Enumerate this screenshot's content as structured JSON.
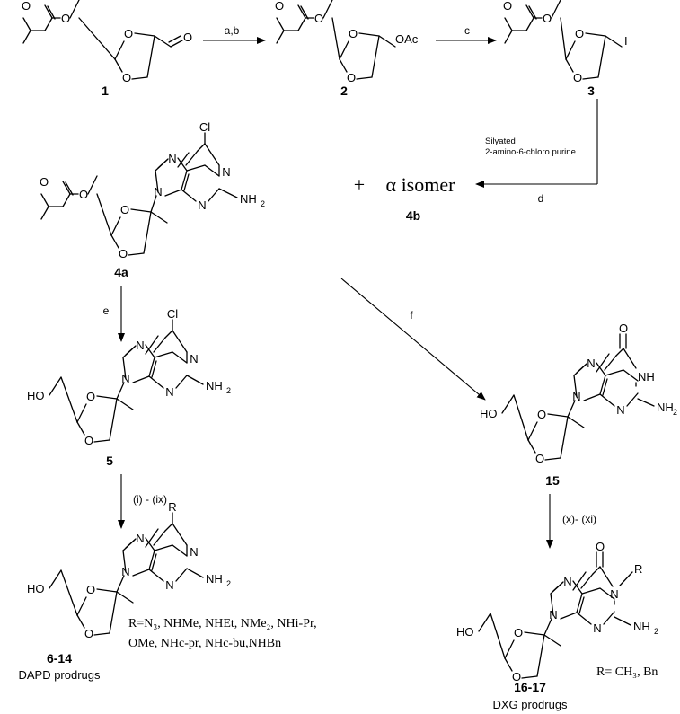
{
  "compounds": {
    "c1": {
      "label": "1"
    },
    "c2": {
      "label": "2",
      "sub": "OAc"
    },
    "c3": {
      "label": "3",
      "sub": "I"
    },
    "c4a": {
      "label": "4a",
      "sub": "Cl"
    },
    "c4b": {
      "label": "4b",
      "text": "α isomer",
      "plus": "+"
    },
    "c5": {
      "label": "5",
      "sub": "Cl"
    },
    "c15": {
      "label": "15"
    },
    "c614": {
      "label": "6-14",
      "sub": "R",
      "caption": "DAPD prodrugs",
      "r_line1": "R=N₃, NHMe, NHEt, NMe₂, NHi-Pr,",
      "r_line2": "OMe, NHc-pr, NHc-bu,NHBn"
    },
    "c1617": {
      "label": "16-17",
      "sub": "R",
      "caption": "DXG prodrugs",
      "r_def": "R= CH₃, Bn"
    }
  },
  "arrows": {
    "ab": {
      "label": "a,b"
    },
    "c": {
      "label": "c"
    },
    "d": {
      "label": "d",
      "reagent1": "Silyated",
      "reagent2": "2-amino-6-chloro purine"
    },
    "e": {
      "label": "e"
    },
    "f": {
      "label": "f"
    },
    "i_ix": {
      "label": "(i) - (ix)"
    },
    "x_xi": {
      "label": "(x)- (xi)"
    }
  },
  "atoms": {
    "O": "O",
    "N": "N",
    "H": "H",
    "HO": "HO",
    "NH": "NH",
    "NH2": "NH",
    "two": "2"
  }
}
